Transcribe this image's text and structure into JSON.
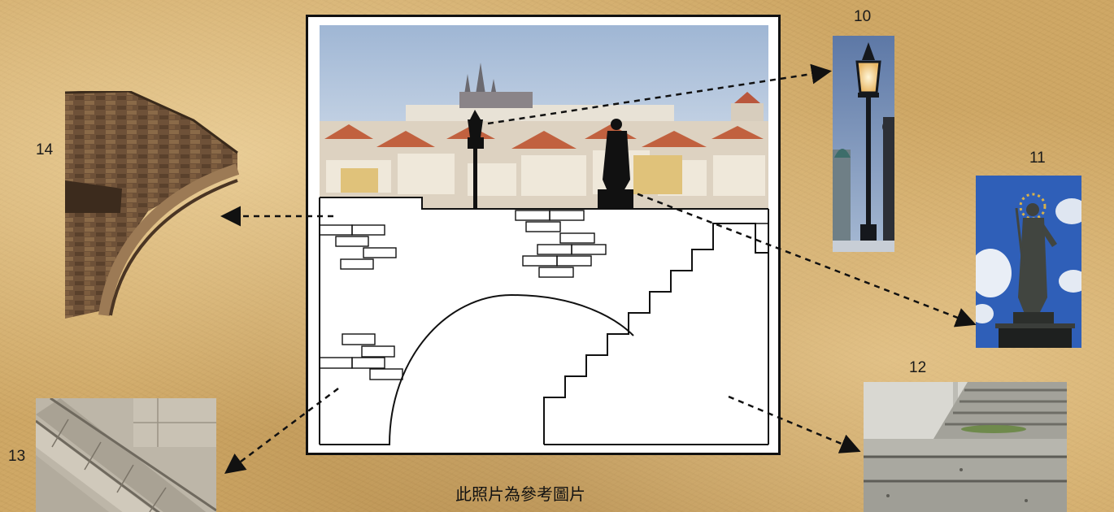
{
  "caption": "此照片為參考圖片",
  "labels": {
    "lamp": "10",
    "statue": "11",
    "stairs": "12",
    "arch_stone": "13",
    "bridge_arch": "14"
  },
  "colors": {
    "background": "#cfa866",
    "ink": "#111111"
  }
}
